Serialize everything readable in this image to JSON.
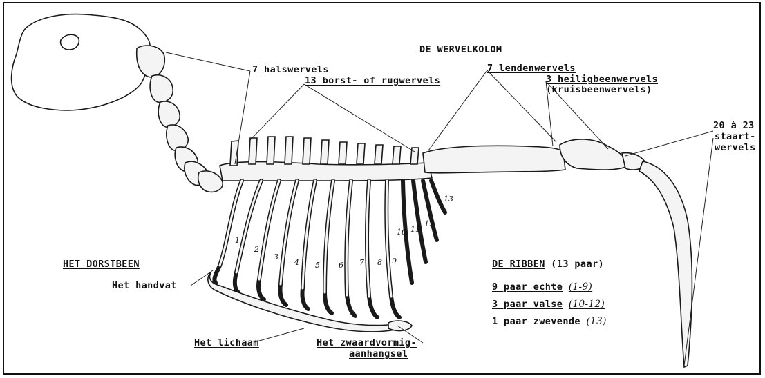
{
  "title": "DE WERVELKOLOM",
  "vertebrae": {
    "cervical": "7 halswervels",
    "thoracic": "13 borst- of rugwervels",
    "lumbar": "7 lendenwervels",
    "sacral": "3 heiligbeenwervels",
    "sacral_alt": "(kruisbeenwervels)",
    "caudal_1": "20 à 23",
    "caudal_2": "staart-",
    "caudal_3": "wervels"
  },
  "sternum": {
    "heading": "HET DORSTBEEN",
    "handle": "Het handvat",
    "body": "Het lichaam",
    "xiphoid_1": "Het zwaardvormig-",
    "xiphoid_2": "aanhangsel"
  },
  "ribs": {
    "heading": "DE RIBBEN",
    "heading_count": "(13 paar)",
    "true_ribs": "9 paar echte",
    "true_range": "(1-9)",
    "false_ribs": "3 paar valse",
    "false_range": "(10-12)",
    "floating_ribs": "1 paar zwevende",
    "floating_range": "(13)",
    "numbers": [
      "1",
      "2",
      "3",
      "4",
      "5",
      "6",
      "7",
      "8",
      "9",
      "10",
      "11",
      "12",
      "13"
    ]
  }
}
